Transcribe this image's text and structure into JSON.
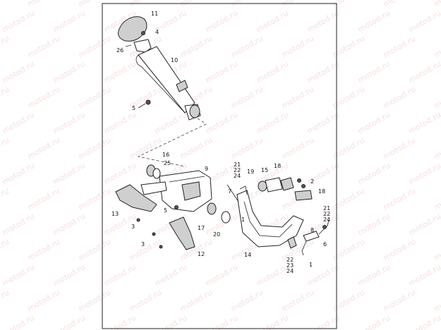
{
  "watermark": "motod.ru",
  "callouts": [
    "11",
    "4",
    "26",
    "10",
    "5",
    "16",
    "25",
    "9",
    "21",
    "22",
    "24",
    "19",
    "15",
    "18",
    "2",
    "18",
    "7",
    "13",
    "3",
    "5",
    "17",
    "20",
    "1",
    "14",
    "12",
    "3",
    "21",
    "22",
    "24",
    "8",
    "6",
    "22",
    "23",
    "24",
    "1"
  ]
}
